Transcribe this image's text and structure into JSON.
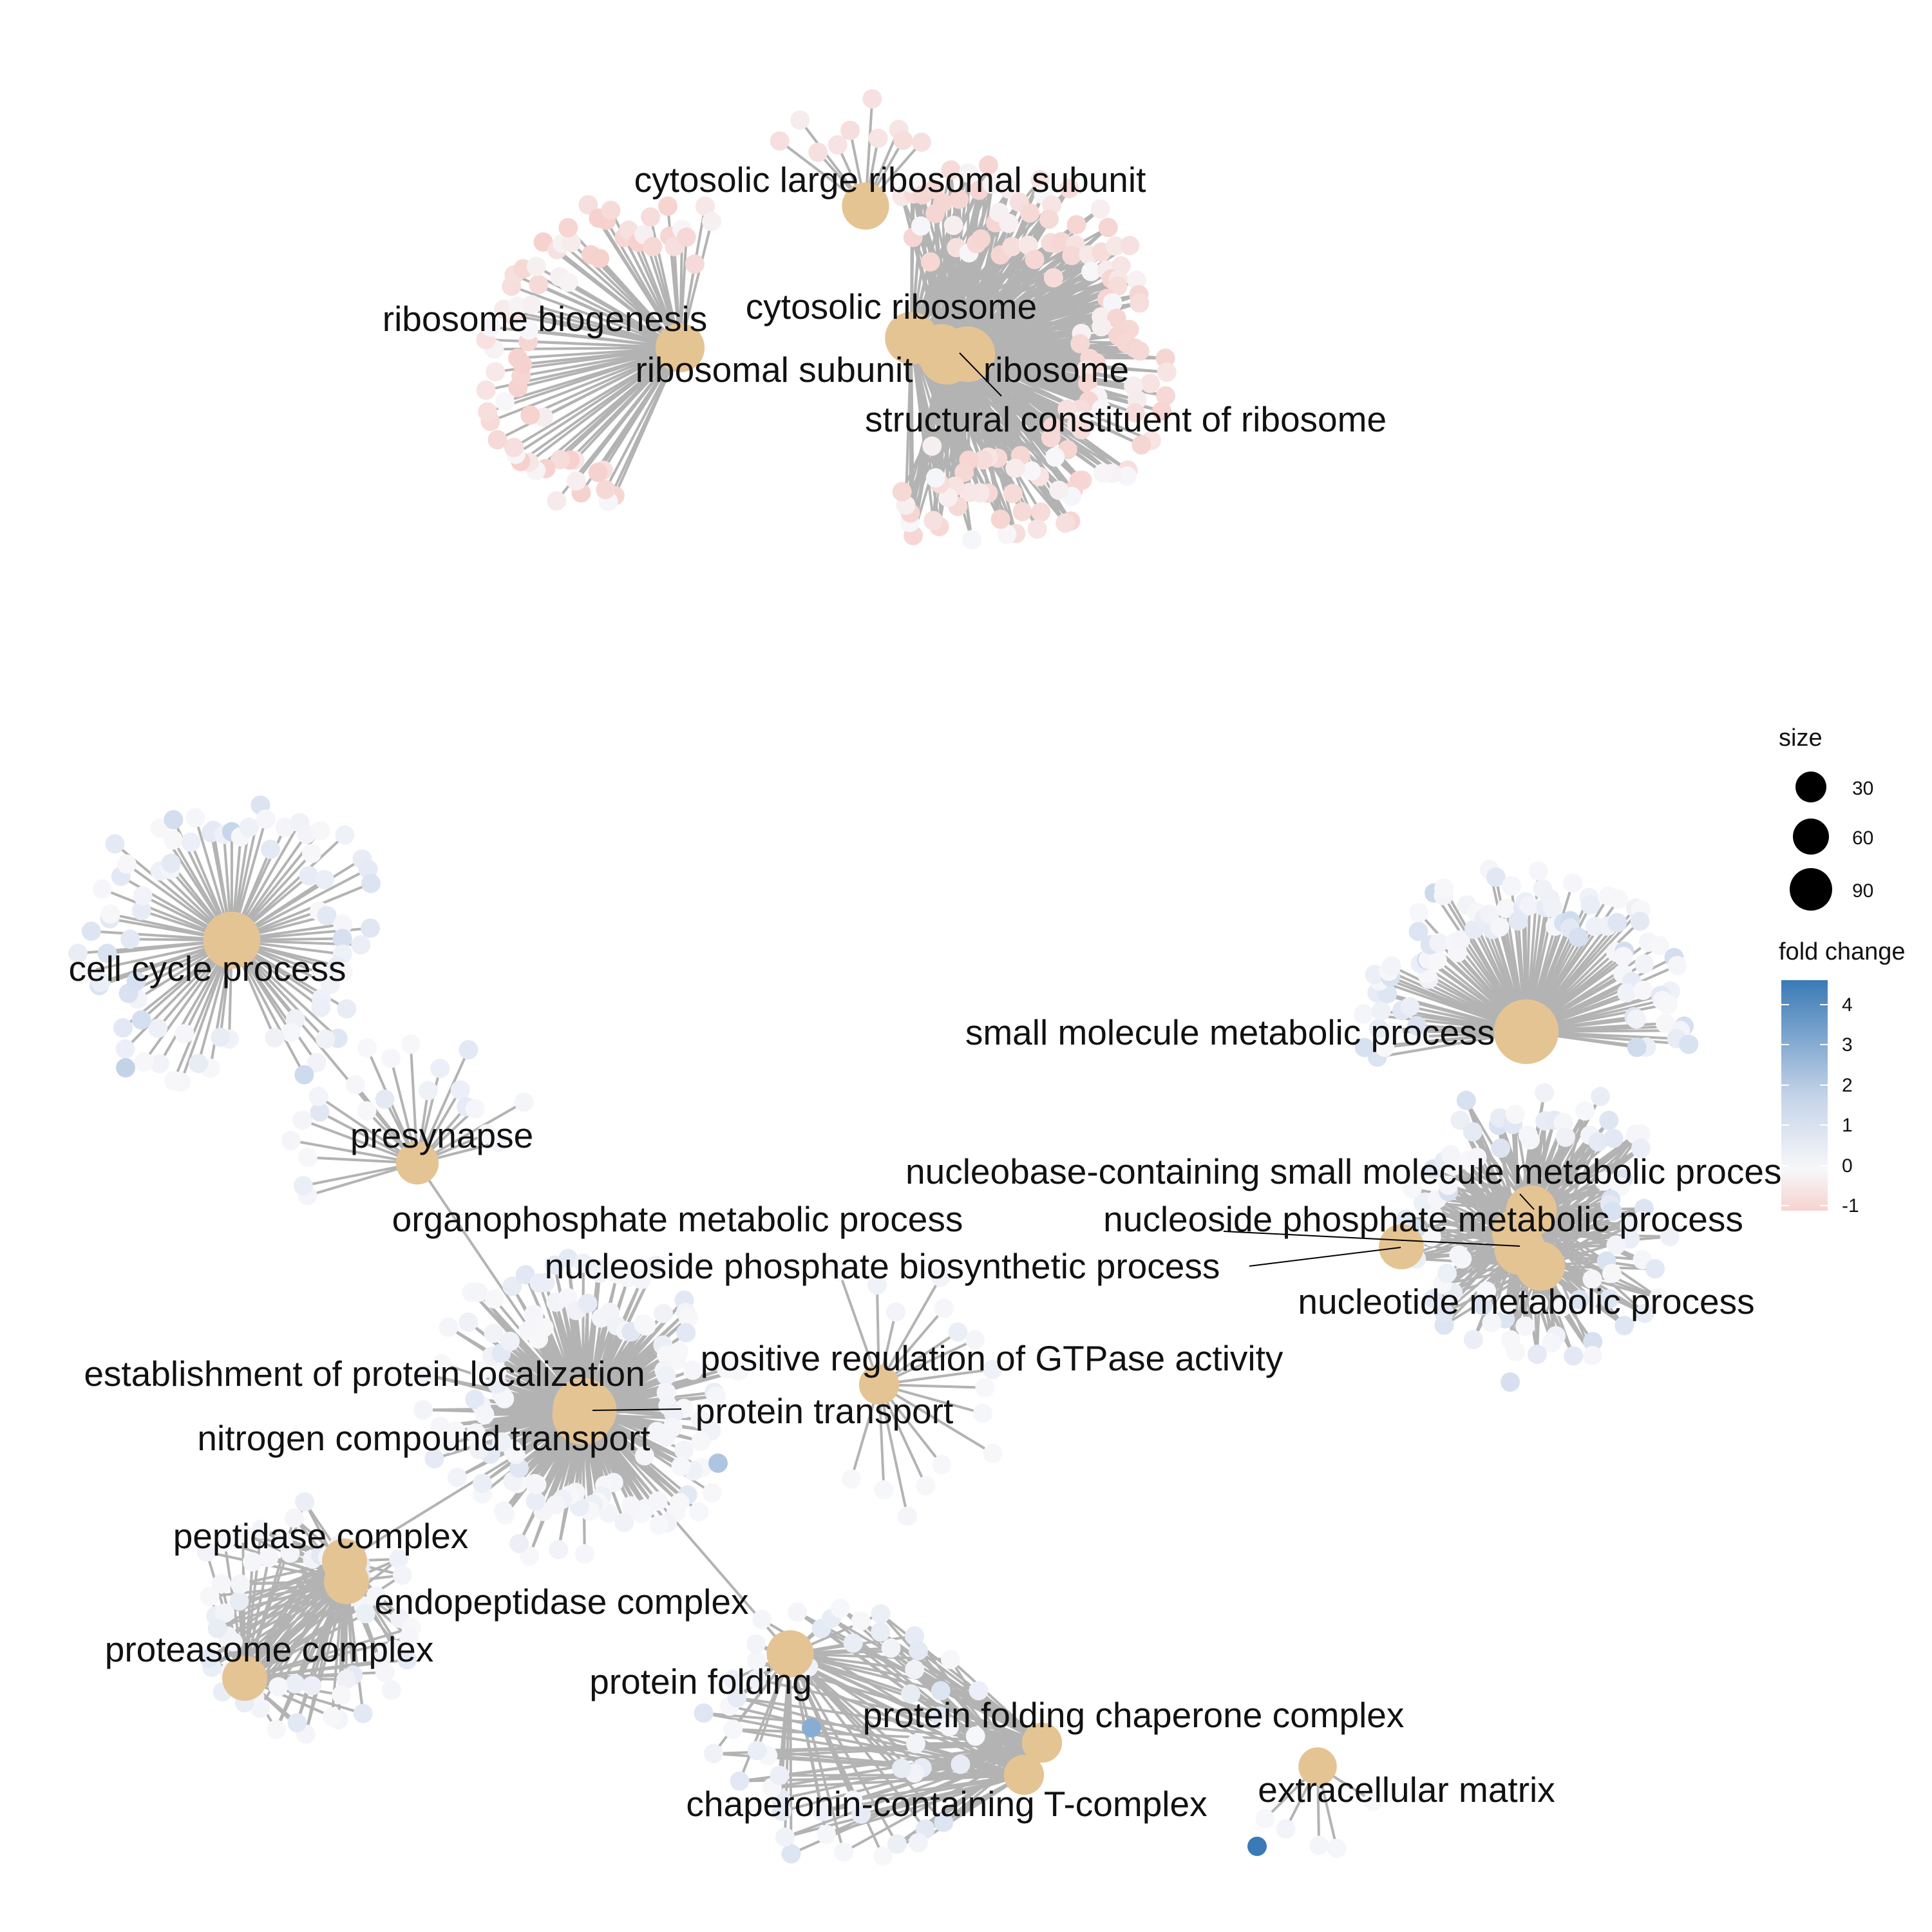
{
  "colors": {
    "term_node": "#e5c494",
    "edge": "#b3b3b3",
    "neg": "#f6d3cf",
    "zero": "#f7f7fa",
    "pos": "#3a7ab6"
  },
  "terms": [
    {
      "id": "cytosolic-large-ribosomal-subunit",
      "label": "cytosolic large ribosomal subunit",
      "size": 30
    },
    {
      "id": "ribosome-biogenesis",
      "label": "ribosome biogenesis",
      "size": 35
    },
    {
      "id": "cytosolic-ribosome",
      "label": "cytosolic ribosome",
      "size": 45
    },
    {
      "id": "ribosomal-subunit",
      "label": "ribosomal subunit",
      "size": 45
    },
    {
      "id": "ribosome",
      "label": "ribosome",
      "size": 55
    },
    {
      "id": "structural-constituent-of-ribosome",
      "label": "structural constituent of ribosome",
      "size": 50
    },
    {
      "id": "cell-cycle-process",
      "label": "cell cycle process",
      "size": 60
    },
    {
      "id": "presynapse",
      "label": "presynapse",
      "size": 20
    },
    {
      "id": "small-molecule-metabolic-process",
      "label": "small molecule metabolic process",
      "size": 90
    },
    {
      "id": "nucleobase-containing-small-molecule-metabolic-process",
      "label": "nucleobase-containing small molecule metabolic process",
      "size": 40
    },
    {
      "id": "nucleoside-phosphate-metabolic-process",
      "label": "nucleoside phosphate metabolic process",
      "size": 35
    },
    {
      "id": "organophosphate-metabolic-process",
      "label": "organophosphate metabolic process",
      "size": 40
    },
    {
      "id": "nucleoside-phosphate-biosynthetic-process",
      "label": "nucleoside phosphate biosynthetic process",
      "size": 25
    },
    {
      "id": "nucleotide-metabolic-process",
      "label": "nucleotide metabolic process",
      "size": 35
    },
    {
      "id": "establishment-of-protein-localization",
      "label": "establishment of protein localization",
      "size": 70
    },
    {
      "id": "positive-regulation-of-gtpase-activity",
      "label": "positive regulation of GTPase activity",
      "size": 15
    },
    {
      "id": "protein-transport",
      "label": "protein transport",
      "size": 65
    },
    {
      "id": "nitrogen-compound-transport",
      "label": "nitrogen compound transport",
      "size": 75
    },
    {
      "id": "peptidase-complex",
      "label": "peptidase complex",
      "size": 25
    },
    {
      "id": "endopeptidase-complex",
      "label": "endopeptidase complex",
      "size": 25
    },
    {
      "id": "proteasome-complex",
      "label": "proteasome complex",
      "size": 25
    },
    {
      "id": "protein-folding",
      "label": "protein folding",
      "size": 30
    },
    {
      "id": "protein-folding-chaperone-complex",
      "label": "protein folding chaperone complex",
      "size": 15
    },
    {
      "id": "chaperonin-containing-t-complex",
      "label": "chaperonin-containing T-complex",
      "size": 15
    },
    {
      "id": "extracellular-matrix",
      "label": "extracellular matrix",
      "size": 12
    }
  ],
  "legend": {
    "size": {
      "title": "size",
      "entries": [
        {
          "label": "30"
        },
        {
          "label": "60"
        },
        {
          "label": "90"
        }
      ]
    },
    "fold_change": {
      "title": "fold change",
      "min": -1,
      "max": 4.6,
      "ticks": [
        "4",
        "3",
        "2",
        "1",
        "0",
        "-1"
      ]
    }
  }
}
